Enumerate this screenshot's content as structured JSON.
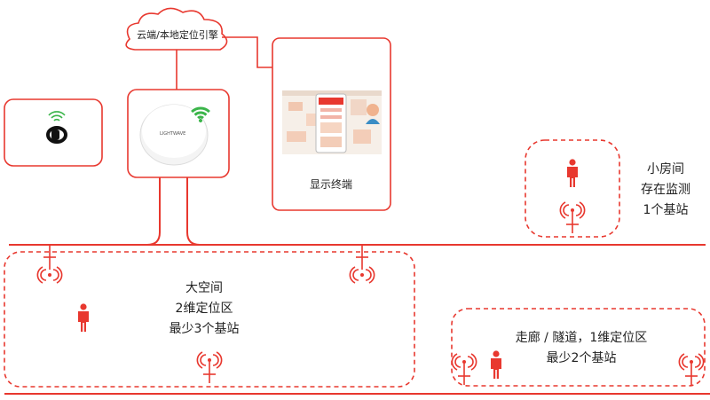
{
  "cloud": {
    "label": "云端/本地定位引擎"
  },
  "display": {
    "label": "显示终端"
  },
  "gateway": {
    "logo": "LIGHTWAVE"
  },
  "zones": {
    "small_room": {
      "line1": "小房间",
      "line2": "存在监测",
      "line3": "1个基站"
    },
    "large_space": {
      "line1": "大空间",
      "line2": "2维定位区",
      "line3": "最少3个基站"
    },
    "corridor": {
      "line1": "走廊 / 隧道，1维定位区",
      "line2": "最少2个基站"
    }
  },
  "colors": {
    "accent": "#e8382f",
    "wifi": "#3bb54a",
    "box_border": "#e8382f"
  },
  "icons": [
    "wristband-icon",
    "wifi-icon",
    "person-icon",
    "base-station-icon",
    "cloud-icon",
    "phone-screen-icon"
  ]
}
